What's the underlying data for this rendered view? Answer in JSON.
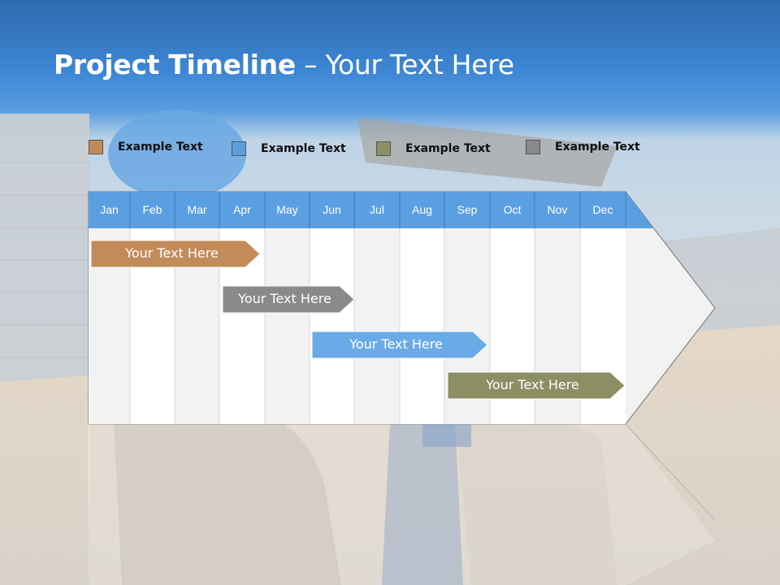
{
  "slide": {
    "title_bold": "Project Timeline",
    "title_rest": " – Your Text Here"
  },
  "legend": [
    {
      "label": "Example Text",
      "color": "#C28B5A"
    },
    {
      "label": "Example Text",
      "color": "#5A9EE0"
    },
    {
      "label": "Example Text",
      "color": "#8C8E64"
    },
    {
      "label": "Example Text",
      "color": "#8A8A8A"
    }
  ],
  "months": [
    "Jan",
    "Feb",
    "Mar",
    "Apr",
    "May",
    "Jun",
    "Jul",
    "Aug",
    "Sep",
    "Oct",
    "Nov",
    "Dec"
  ],
  "tasks": [
    {
      "label": "Your  Text Here",
      "color": "#C28B5A"
    },
    {
      "label": "Your  Text Here",
      "color": "#8A8A8A"
    },
    {
      "label": "Your  Text Here",
      "color": "#6AAAE6"
    },
    {
      "label": "Your  Text Here",
      "color": "#8C8E64"
    }
  ],
  "colors": {
    "header_blue": "#5B9FE3",
    "sky_top": "#2F6DB2"
  }
}
